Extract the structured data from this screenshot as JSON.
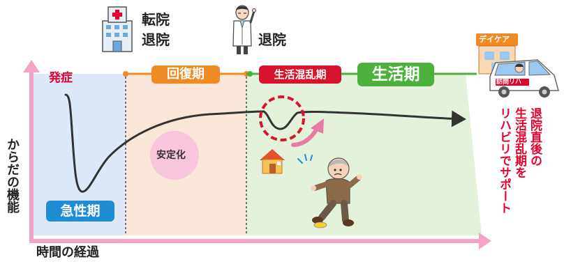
{
  "events": {
    "hospitalization_line1": "転院",
    "hospitalization_line2": "退院",
    "discharge": "退院"
  },
  "phases": {
    "onset": "発症",
    "acute": "急性期",
    "recovery": "回復期",
    "stabilization": "安定化",
    "confusion": "生活混乱期",
    "living": "生活期"
  },
  "axes": {
    "y_label": "からだの機能",
    "x_label": "時間の経過"
  },
  "facilities": {
    "daycare_sign": "デイケア",
    "visit_rehab_sign": "訪問リハ"
  },
  "callout": {
    "col1": "退院直後の",
    "col2": "生活混乱期を",
    "col3": "リハビリでサポート"
  },
  "colors": {
    "axis_pink": "#f3a3c6",
    "acute_bg": "#dde9f8",
    "recovery_bg": "#fbe7d9",
    "living_bg": "#e4f2dc",
    "onset_red": "#e5002d",
    "acute_blue": "#1f8dd6",
    "recovery_orange": "#f08a25",
    "confusion_red": "#d7142b",
    "living_green": "#4cb13c",
    "curve": "#333333",
    "stabilization_circle": "#f8c6dc"
  },
  "icons": {
    "hospital": "hospital-building-icon",
    "doctor": "doctor-icon",
    "house": "house-icon",
    "stumbling_elder": "stumbling-elderly-man-icon",
    "daycare": "daycare-building-icon",
    "van": "rehab-van-icon"
  }
}
